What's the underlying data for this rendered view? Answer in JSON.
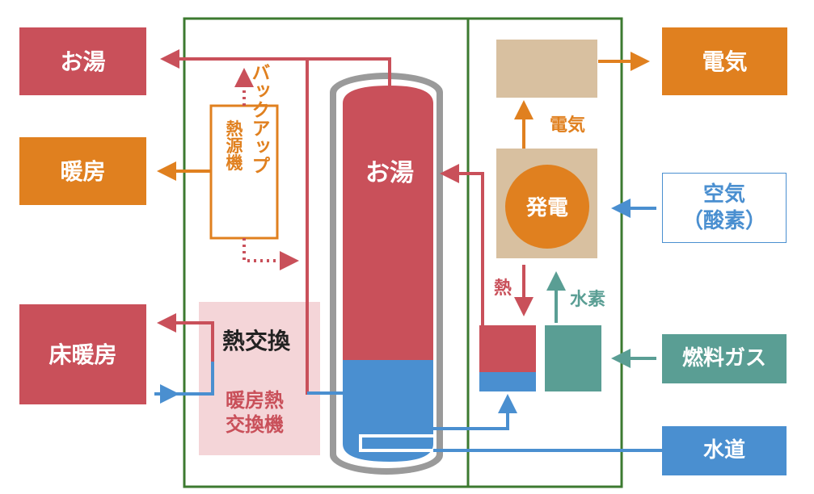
{
  "outputs": {
    "hot_water": "お湯",
    "heating": "暖房",
    "floor_heating": "床暖房",
    "electricity": "電気"
  },
  "inputs": {
    "air_line1": "空気",
    "air_line2": "（酸素）",
    "fuel_gas": "燃料ガス",
    "tap_water": "水道"
  },
  "inner": {
    "backup_line1": "バックアップ",
    "backup_line2": "熱源機",
    "tank_hot": "お湯",
    "heat_exchange": "熱交換",
    "hx_line1": "暖房熱",
    "hx_line2": "交換機",
    "generation": "発電",
    "electricity_label": "電気",
    "heat_label": "熱",
    "hydrogen_label": "水素"
  },
  "colors": {
    "red": "#c9505a",
    "orange": "#e0801f",
    "teal": "#5a9e94",
    "blue": "#4a8fd0",
    "green_frame": "#3c7a30",
    "tan": "#d8c0a0",
    "pink": "#f4d5d8",
    "gray": "#9a9a9a"
  }
}
